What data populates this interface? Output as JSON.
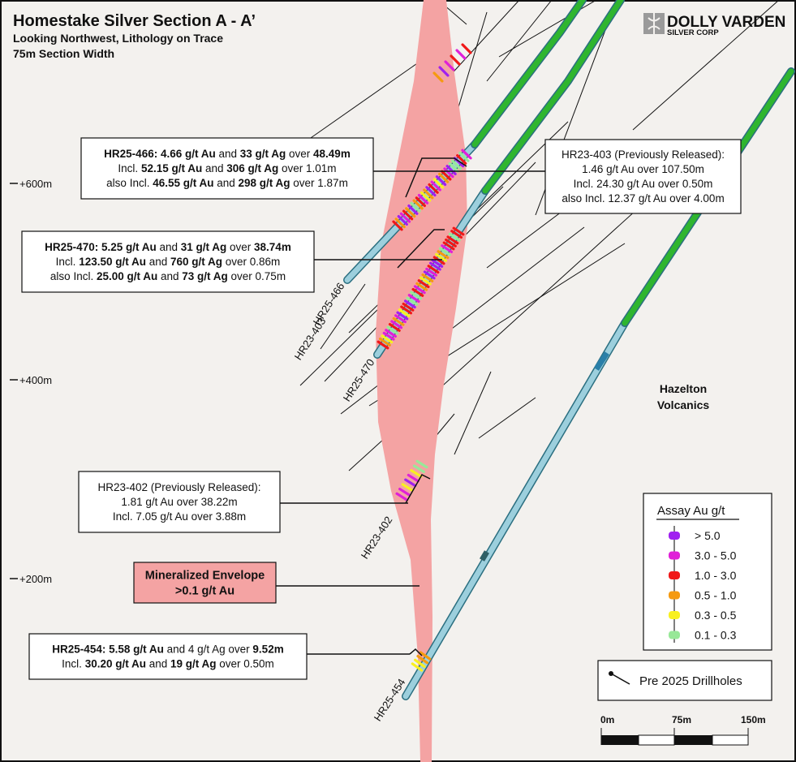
{
  "title": {
    "main": "Homestake Silver Section A - A’",
    "sub1": "Looking Northwest, Lithology on Trace",
    "sub2": "75m Section Width"
  },
  "logo": {
    "name": "DOLLY VARDEN",
    "sub": "SILVER CORP"
  },
  "elevations": [
    "+600m",
    "+400m",
    "+200m"
  ],
  "drillholes": {
    "hr25_466": "HR25-466",
    "hr23_403": "HR23-403",
    "hr25_470": "HR25-470",
    "hr23_402": "HR23-402",
    "hr25_454": "HR25-454"
  },
  "callouts": [
    {
      "id": "hr25-466",
      "lines": [
        [
          [
            "HR25-466: 4.66 g/t Au",
            true
          ],
          [
            " and ",
            false
          ],
          [
            "33 g/t Ag",
            true
          ],
          [
            " over ",
            false
          ],
          [
            "48.49m",
            true
          ]
        ],
        [
          [
            "Incl. ",
            false
          ],
          [
            "52.15 g/t Au",
            true
          ],
          [
            " and ",
            false
          ],
          [
            "306 g/t Ag",
            true
          ],
          [
            " over 1.01m",
            false
          ]
        ],
        [
          [
            "also Incl. ",
            false
          ],
          [
            "46.55 g/t Au",
            true
          ],
          [
            " and ",
            false
          ],
          [
            "298 g/t Ag",
            true
          ],
          [
            " over 1.87m",
            false
          ]
        ]
      ]
    },
    {
      "id": "hr23-403",
      "lines": [
        [
          [
            "HR23-403 (Previously Released):",
            false
          ]
        ],
        [
          [
            "1.46 g/t Au over 107.50m",
            false
          ]
        ],
        [
          [
            "Incl. 24.30 g/t Au over 0.50m",
            false
          ]
        ],
        [
          [
            "also Incl. 12.37 g/t Au over 4.00m",
            false
          ]
        ]
      ]
    },
    {
      "id": "hr25-470",
      "lines": [
        [
          [
            "HR25-470: 5.25 g/t Au",
            true
          ],
          [
            " and ",
            false
          ],
          [
            "31 g/t Ag",
            true
          ],
          [
            " over ",
            false
          ],
          [
            "38.74m",
            true
          ]
        ],
        [
          [
            "Incl. ",
            false
          ],
          [
            "123.50 g/t Au",
            true
          ],
          [
            " and ",
            false
          ],
          [
            "760 g/t Ag",
            true
          ],
          [
            " over 0.86m",
            false
          ]
        ],
        [
          [
            "also Incl. ",
            false
          ],
          [
            "25.00 g/t Au",
            true
          ],
          [
            " and ",
            false
          ],
          [
            "73 g/t Ag",
            true
          ],
          [
            " over 0.75m",
            false
          ]
        ]
      ]
    },
    {
      "id": "hr23-402",
      "lines": [
        [
          [
            "HR23-402 (Previously Released):",
            false
          ]
        ],
        [
          [
            "1.81 g/t Au over 38.22m",
            false
          ]
        ],
        [
          [
            "Incl. 7.05 g/t Au over 3.88m",
            false
          ]
        ]
      ]
    },
    {
      "id": "envelope",
      "lines": [
        [
          [
            "Mineralized Envelope",
            true
          ]
        ],
        [
          [
            ">0.1 g/t Au",
            true
          ]
        ]
      ]
    },
    {
      "id": "hr25-454",
      "lines": [
        [
          [
            "HR25-454: 5.58 g/t Au",
            true
          ],
          [
            " and 4 g/t Ag over ",
            false
          ],
          [
            "9.52m",
            true
          ]
        ],
        [
          [
            "Incl. ",
            false
          ],
          [
            "30.20 g/t Au",
            true
          ],
          [
            " and ",
            false
          ],
          [
            "19 g/t Ag",
            true
          ],
          [
            " over 0.50m",
            false
          ]
        ]
      ]
    }
  ],
  "lithology_label": [
    "Hazelton",
    "Volcanics"
  ],
  "legend": {
    "title": "Assay Au g/t",
    "items": [
      {
        "label": "> 5.0",
        "color": "#a020f0"
      },
      {
        "label": "3.0 - 5.0",
        "color": "#e020d8"
      },
      {
        "label": "1.0 - 3.0",
        "color": "#f01818"
      },
      {
        "label": "0.5 - 1.0",
        "color": "#f59a10"
      },
      {
        "label": "0.3 - 0.5",
        "color": "#f8f020"
      },
      {
        "label": "0.1 - 0.3",
        "color": "#98e898"
      }
    ]
  },
  "pre2025_label": "Pre 2025 Drillholes",
  "scale": {
    "labels": [
      "0m",
      "75m",
      "150m"
    ]
  },
  "colors": {
    "background": "#f3f1ee",
    "envelope": "#f4a3a3",
    "drillhole": "#9ccfdd",
    "drillhole_green": "#2fb52f"
  }
}
